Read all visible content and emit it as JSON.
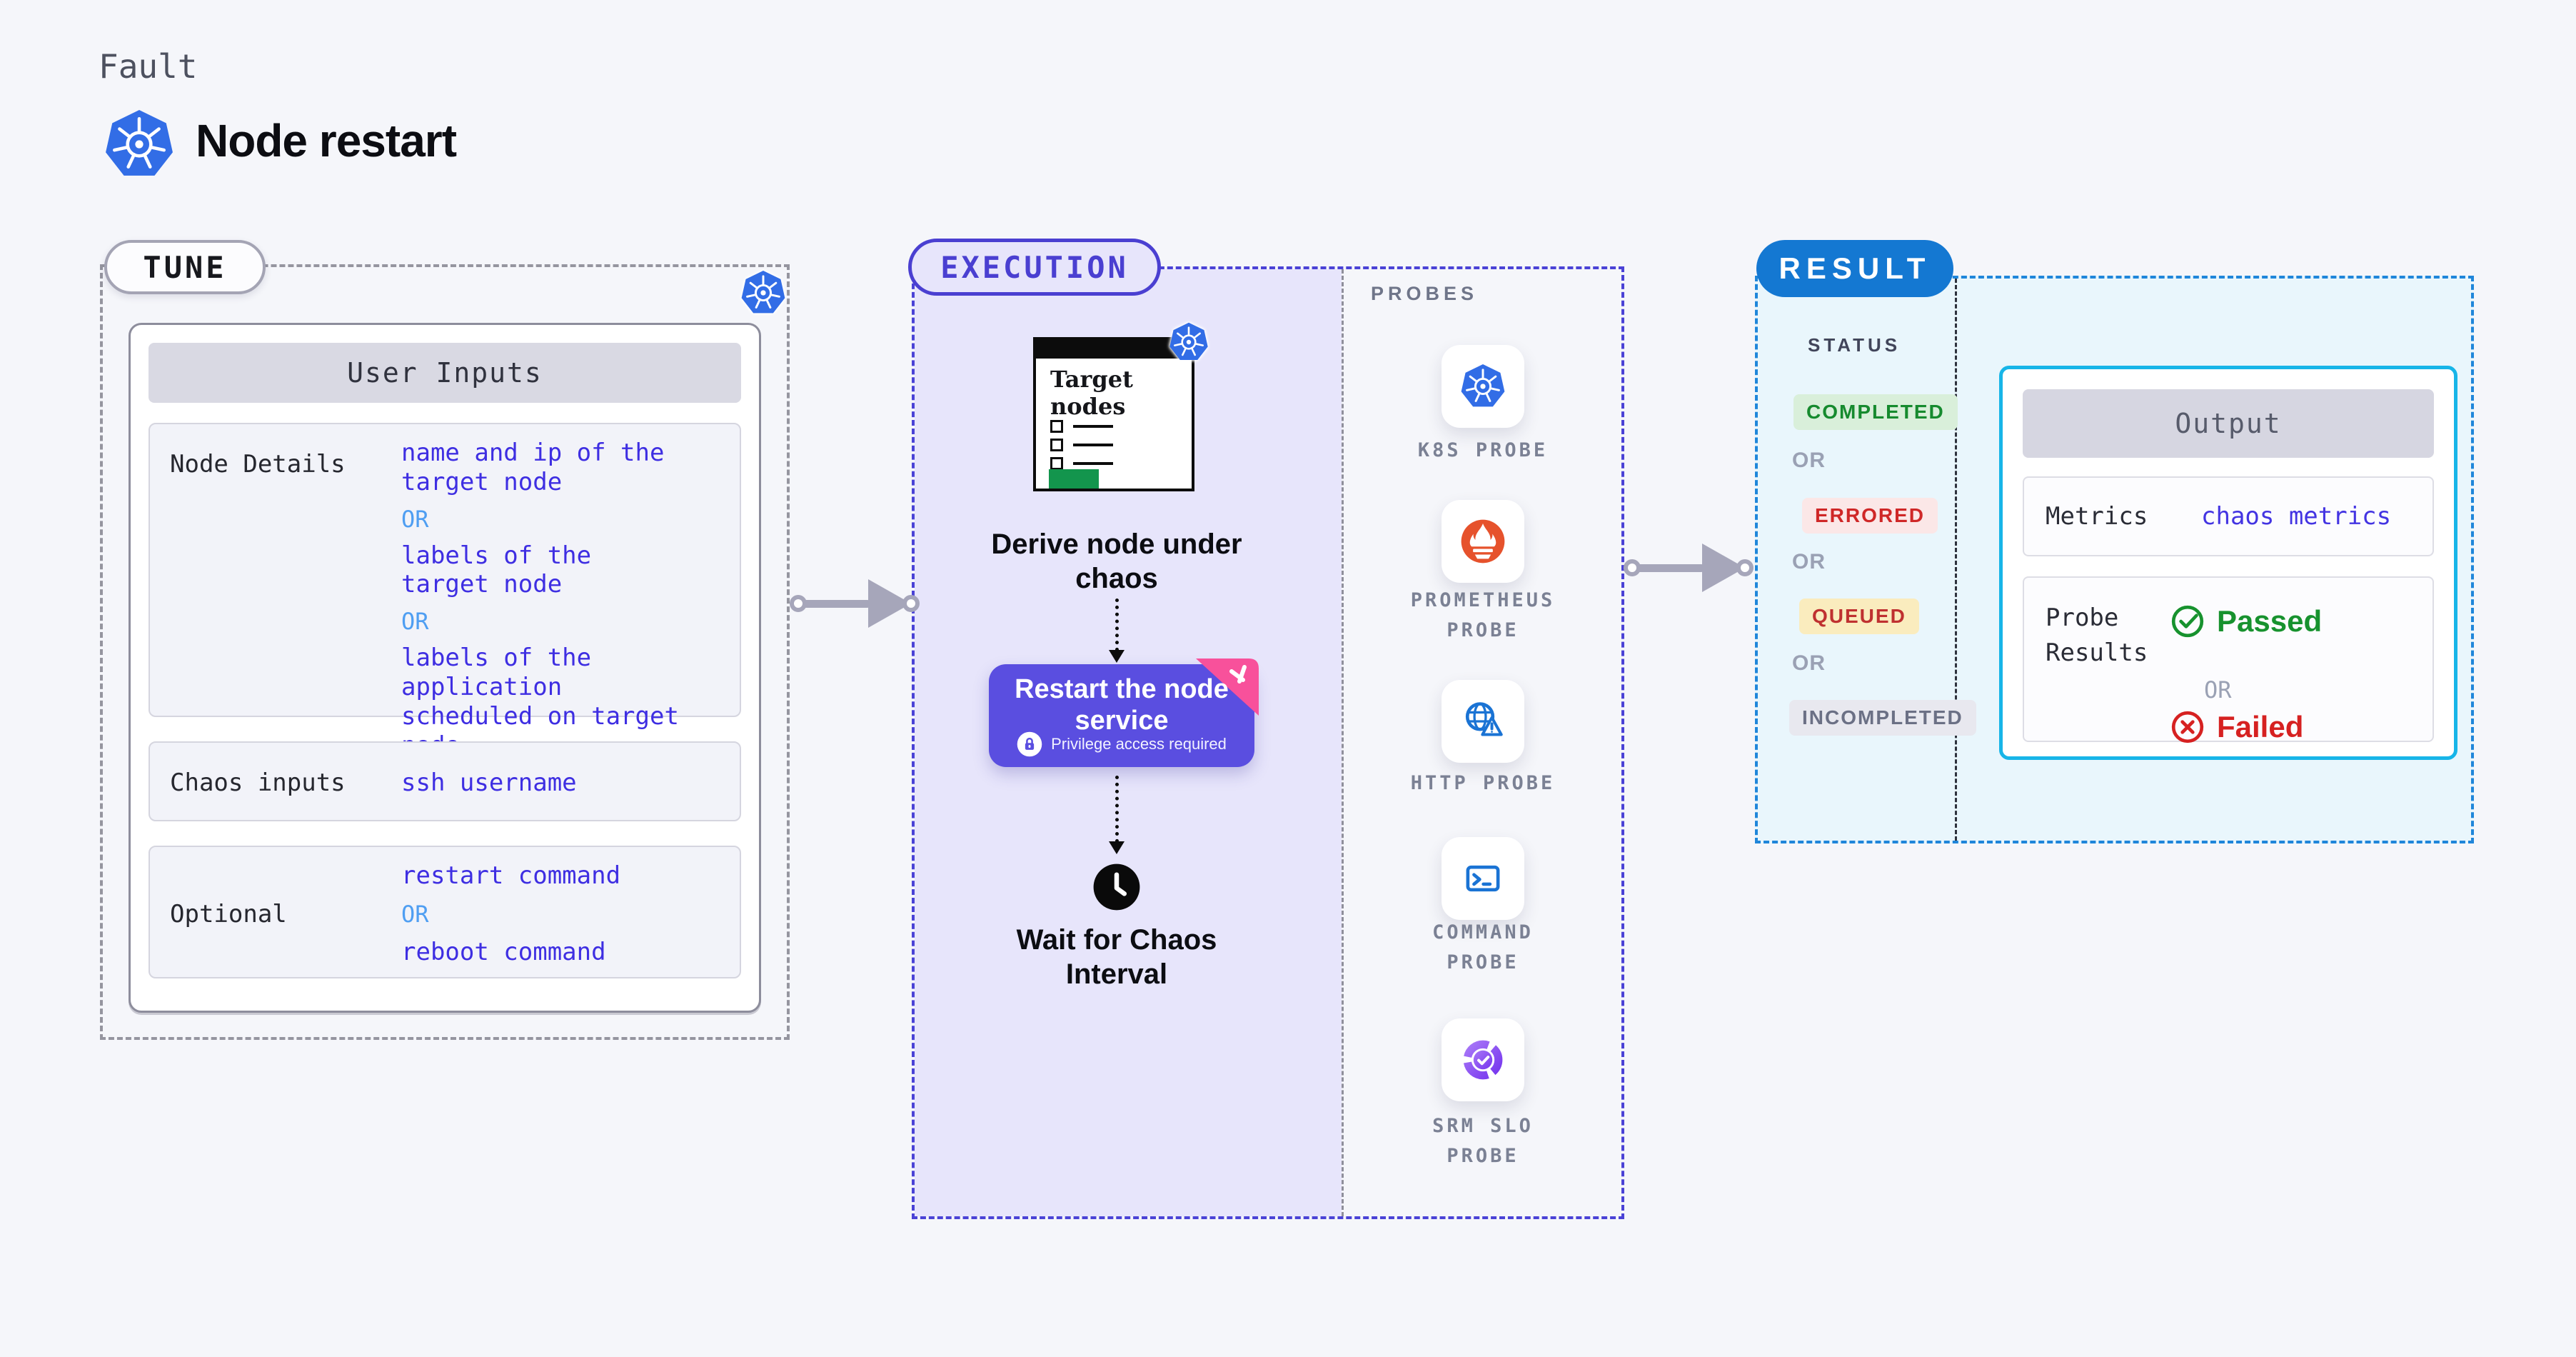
{
  "page": {
    "kicker": "Fault",
    "title": "Node restart"
  },
  "tune": {
    "pill": "TUNE",
    "table": {
      "header": "User Inputs",
      "rows": [
        {
          "label": "Node Details",
          "lines": [
            {
              "type": "value",
              "text": "name and ip of the\ntarget node"
            },
            {
              "type": "or",
              "text": "OR"
            },
            {
              "type": "value",
              "text": "labels of the\ntarget node"
            },
            {
              "type": "or",
              "text": "OR"
            },
            {
              "type": "value",
              "text": "labels of the application\n scheduled on target node"
            }
          ]
        },
        {
          "label": "Chaos inputs",
          "lines": [
            {
              "type": "value",
              "text": "ssh username"
            }
          ]
        },
        {
          "label": "Optional",
          "lines": [
            {
              "type": "value",
              "text": "restart command"
            },
            {
              "type": "or",
              "text": "OR"
            },
            {
              "type": "value",
              "text": "reboot command"
            }
          ]
        }
      ]
    }
  },
  "execution": {
    "pill": "EXECUTION",
    "target_card_title": "Target\nnodes",
    "derive_caption": "Derive node under\nchaos",
    "action": {
      "title": "Restart the node\nservice",
      "note": "Privilege access required"
    },
    "wait_caption": "Wait for Chaos\nInterval"
  },
  "probes": {
    "heading": "PROBES",
    "items": [
      {
        "icon": "kubernetes-icon",
        "label": "K8S PROBE"
      },
      {
        "icon": "prometheus-icon",
        "label": "PROMETHEUS\nPROBE"
      },
      {
        "icon": "globe-warning-icon",
        "label": "HTTP PROBE"
      },
      {
        "icon": "terminal-icon",
        "label": "COMMAND\nPROBE"
      },
      {
        "icon": "slo-donut-check-icon",
        "label": "SRM SLO\nPROBE"
      }
    ]
  },
  "result": {
    "pill": "RESULT",
    "status_heading": "STATUS",
    "or_label": "OR",
    "statuses": [
      {
        "label": "COMPLETED",
        "text_color": "#168a2e",
        "bg_color": "#d9efda"
      },
      {
        "label": "ERRORED",
        "text_color": "#cf2727",
        "bg_color": "#fbe7e7"
      },
      {
        "label": "QUEUED",
        "text_color": "#bf3030",
        "bg_color": "#faecbe"
      },
      {
        "label": "INCOMPLETED",
        "text_color": "#6b7085",
        "bg_color": "#e8e8ef"
      }
    ],
    "output": {
      "header": "Output",
      "metrics_label": "Metrics",
      "metrics_value": "chaos metrics",
      "probe_results_label": "Probe\nResults",
      "passed_label": "Passed",
      "or_label": "OR",
      "failed_label": "Failed"
    }
  },
  "colors": {
    "kubernetes_blue": "#326de6",
    "indigo_accent": "#4a3fd1",
    "lavender_fill": "#e7e5fb",
    "result_blue": "#1478d2",
    "result_fill": "#e9f6fc",
    "output_border_cyan": "#17b5e8",
    "value_blue": "#3e2ee2",
    "or_light_blue": "#4f9ef2",
    "action_purple": "#5a4ee0",
    "litmus_pink": "#f8519b",
    "prometheus_orange": "#e6522c",
    "probe_icon_blue": "#1a73d4",
    "passed_green": "#17922e",
    "failed_red": "#d62121",
    "green_bar": "#13954d",
    "arrow_gray": "#a6a6ba"
  }
}
